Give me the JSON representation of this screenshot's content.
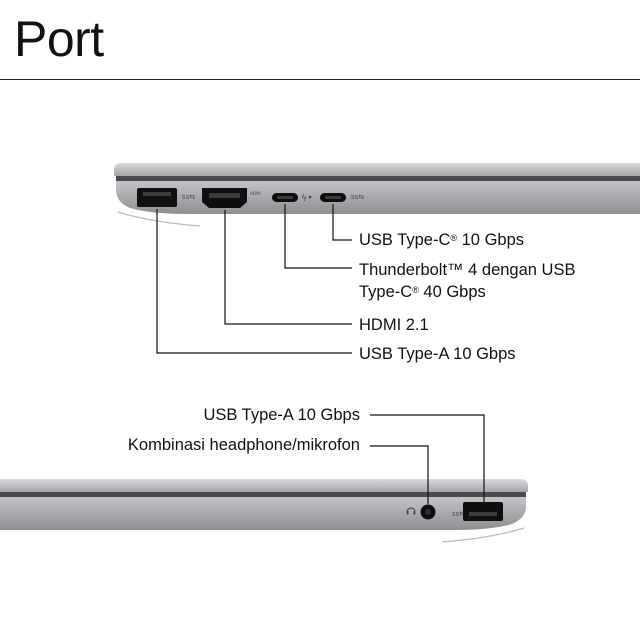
{
  "title": "Port",
  "colors": {
    "chassis_light": "#c9cacc",
    "chassis_mid": "#a9abae",
    "chassis_dark": "#4a4b4e",
    "port_black": "#111111",
    "leader_line": "#111111"
  },
  "left_side": {
    "ports": [
      {
        "icon": "usb-a-port",
        "label_pre": "USB Type-A 10 Gbps",
        "sup": "",
        "label_post": ""
      },
      {
        "icon": "hdmi-port",
        "label_pre": "HDMI 2.1",
        "sup": "",
        "label_post": ""
      },
      {
        "icon": "thunderbolt-port",
        "label_pre": "Thunderbolt™ 4 dengan USB",
        "line2_pre": "Type-C",
        "sup": "®",
        "label_post": " 40 Gbps"
      },
      {
        "icon": "usb-c-port",
        "label_pre": "USB Type-C",
        "sup": "®",
        "label_post": " 10 Gbps"
      }
    ],
    "engraved_marks": {
      "hdmi": "HDMI",
      "usb_ss": "ss⇆",
      "tb": "ϟ"
    }
  },
  "right_side": {
    "ports": [
      {
        "icon": "usb-a-port",
        "label": "USB Type-A 10 Gbps"
      },
      {
        "icon": "audio-jack",
        "label": "Kombinasi headphone/mikrofon"
      }
    ],
    "engraved_marks": {
      "usb_ss": "ss⇆",
      "audio": "🎧"
    }
  }
}
